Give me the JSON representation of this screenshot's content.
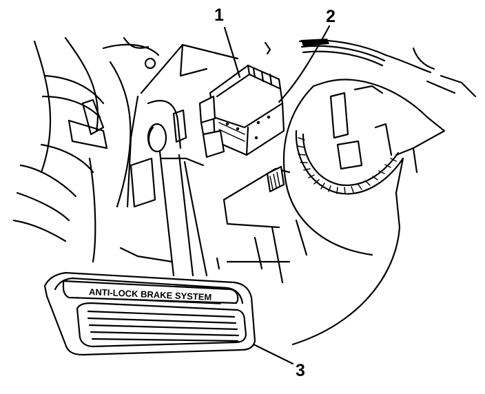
{
  "diagram": {
    "callouts": [
      {
        "id": "1",
        "label": "1"
      },
      {
        "id": "2",
        "label": "2"
      },
      {
        "id": "3",
        "label": "3"
      }
    ],
    "pedal_label": "ANTI-LOCK BRAKE SYSTEM"
  }
}
